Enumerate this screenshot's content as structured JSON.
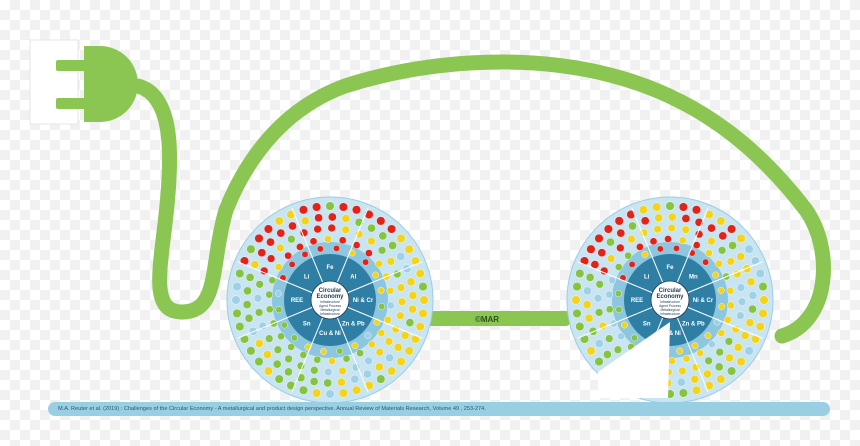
{
  "colors": {
    "cable": "#8bc653",
    "wheel_outer": "#c9e5f1",
    "wheel_mid": "#8cc6df",
    "wheel_inner": "#2f7fa4",
    "element_red": "#e2231a",
    "element_yellow": "#f3d41b",
    "element_green": "#86c440",
    "element_blue": "#9fd0e6",
    "footer": "#98cfe2"
  },
  "icons": [
    "plug-icon",
    "socket-icon"
  ],
  "wheels": [
    {
      "center_title": [
        "Circular",
        "Economy"
      ],
      "center_lines": [
        "Infrastructure",
        "Agent Process",
        "Metallurgical",
        "Infrastructure"
      ],
      "segments": [
        "Fe",
        "Al",
        "Ni & Cr",
        "Zn & Pb",
        "Cu & Ni",
        "Sn",
        "REE",
        "Li"
      ]
    },
    {
      "center_title": [
        "Circular",
        "Economy"
      ],
      "center_lines": [
        "Infrastructure",
        "Agent Process",
        "Metallurgical",
        "Infrastructure"
      ],
      "segments": [
        "Fe",
        "Mn",
        "Ni & Cr",
        "Zn & Pb",
        "Cu & Ni",
        "Sn",
        "REE",
        "Li"
      ]
    }
  ],
  "chassis_label": "©MAR",
  "footer_citation": "M.A. Reuter et al. (2019) : Challenges of the Circular Economy - A metallurgical and product design perspective. Annual Review of Materials Research, Volume 49 , 253-274."
}
